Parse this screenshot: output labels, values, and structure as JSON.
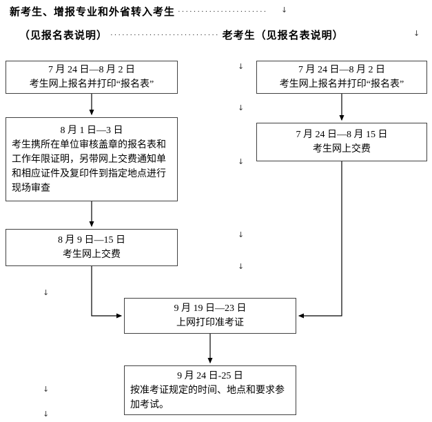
{
  "page": {
    "title_left": "新考生、增报专业和外省转入考生",
    "subtitle_left": "（见报名表说明）",
    "title_right": "老考生（见报名表说明）",
    "leader_dots_1": "·······················",
    "leader_dots_2": "····························",
    "line_break_mark": "↓"
  },
  "flow": {
    "left": [
      {
        "date": "7 月 24 日—8 月 2 日",
        "lines": [
          "考生网上报名并打印“报名表”"
        ]
      },
      {
        "date": "8 月 1 日—3 日",
        "lines": [
          "考生携所在单位审核盖章的报名表和",
          "工作年限证明，另带网上交费通知单",
          "和相应证件及复印件到指定地点进行",
          "现场审查"
        ]
      },
      {
        "date": "8 月 9 日—15 日",
        "lines": [
          "考生网上交费"
        ]
      }
    ],
    "right": [
      {
        "date": "7 月 24 日—8 月 2 日",
        "lines": [
          "考生网上报名并打印“报名表”"
        ]
      },
      {
        "date": "7 月 24 日—8 月 15 日",
        "lines": [
          "考生网上交费"
        ]
      }
    ],
    "merge": {
      "date": "9 月 19 日—23 日",
      "lines": [
        "上网打印准考证"
      ]
    },
    "final": {
      "date": "9 月 24 日-25 日",
      "lines": [
        "按准考证规定的时间、地点和要求参",
        "加考试。"
      ]
    }
  }
}
